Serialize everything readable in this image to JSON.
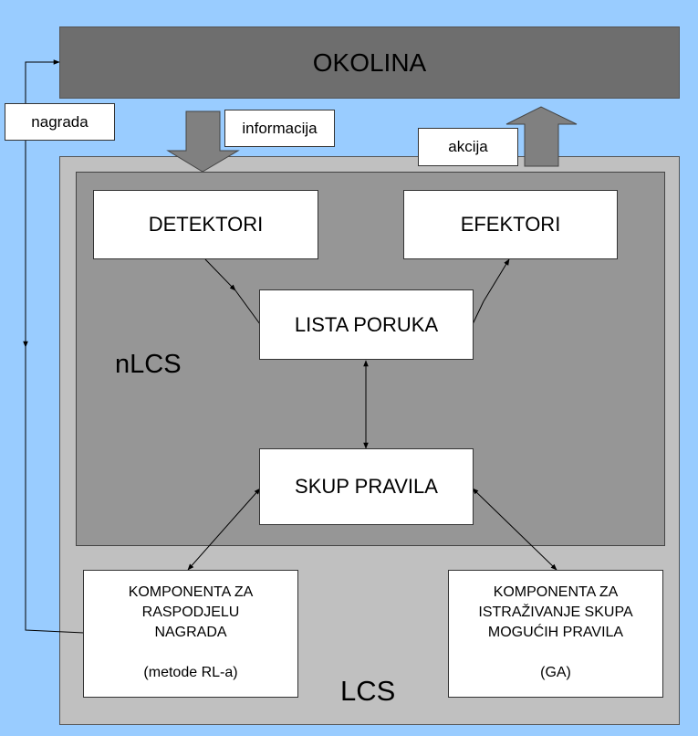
{
  "environment": {
    "label": "OKOLINA"
  },
  "reward_label": "nagrada",
  "information_label": "informacija",
  "action_label": "akcija",
  "lcs_label": "LCS",
  "nlcs_label": "nLCS",
  "detectors": {
    "label": "DETEKTORI"
  },
  "effectors": {
    "label": "EFEKTORI"
  },
  "message_list": {
    "label": "LISTA PORUKA"
  },
  "rule_set": {
    "label": "SKUP PRAVILA"
  },
  "credit_assignment": {
    "line1": "KOMPONENTA ZA",
    "line2": "RASPODJELU",
    "line3": "NAGRADA",
    "method": "(metode RL-a)"
  },
  "rule_discovery": {
    "line1": "KOMPONENTA ZA",
    "line2": "ISTRAŽIVANJE SKUPA",
    "line3": "MOGUĆIH PRAVILA",
    "method": "(GA)"
  },
  "colors": {
    "background": "#99ccff",
    "environment": "#6e6e6e",
    "lcs": "#c0c0c0",
    "nlcs": "#969696",
    "box": "#ffffff",
    "flow_arrow": "#808080"
  }
}
